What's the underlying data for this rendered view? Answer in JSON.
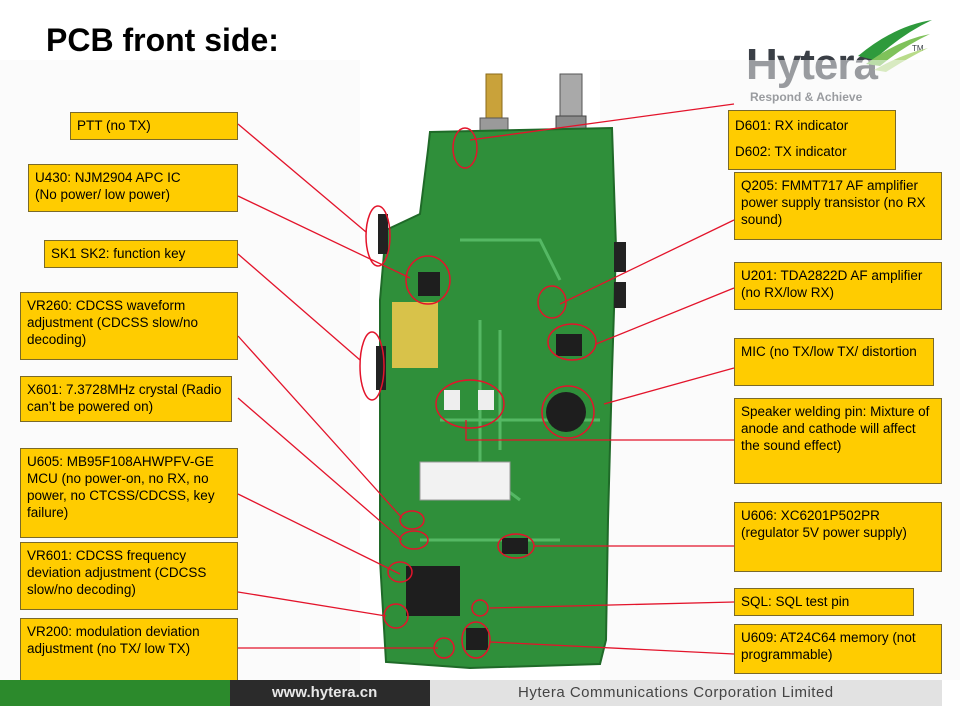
{
  "title": "PCB front side:",
  "logo": {
    "word": "Hytera",
    "tm": "TM",
    "slogan": "Respond & Achieve"
  },
  "labels": {
    "ptt": "PTT (no TX)",
    "u430": "U430: NJM2904 APC IC\n(No power/ low power)",
    "sk": "SK1 SK2: function key",
    "vr260": "VR260: CDCSS waveform adjustment (CDCSS slow/no decoding)",
    "x601": "X601: 7.3728MHz crystal (Radio can’t be powered on)",
    "u605": "U605: MB95F108AHWPFV-GE MCU (no power-on, no RX, no power, no CTCSS/CDCSS, key failure)",
    "vr601": "VR601: CDCSS frequency deviation adjustment (CDCSS slow/no decoding)",
    "vr200": "VR200: modulation deviation adjustment (no TX/ low TX)",
    "d601": "D601: RX indicator",
    "d602": "D602: TX indicator",
    "q205": "Q205: FMMT717 AF amplifier power supply transistor (no RX sound)",
    "u201": "U201: TDA2822D AF amplifier (no RX/low RX)",
    "mic": "MIC (no TX/low TX/ distortion",
    "speaker": "Speaker welding pin: Mixture of anode and cathode will affect the sound effect)",
    "u606": "U606: XC6201P502PR (regulator 5V power supply)",
    "sql": "SQL: SQL test pin",
    "u609": "U609: AT24C64 memory (not programmable)"
  },
  "footer": {
    "url": "www.hytera.cn",
    "corp": "Hytera Communications Corporation Limited"
  },
  "colors": {
    "label_bg": "#ffcc00",
    "pointer": "#e3142b",
    "pcb": "#2f8f3a",
    "footer_green": "#2c8a2c"
  }
}
